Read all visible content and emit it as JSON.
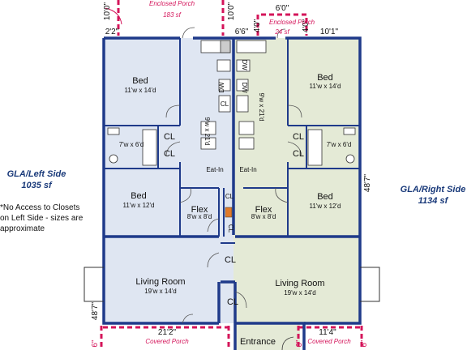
{
  "porches": {
    "left_top": {
      "name": "Enclosed Porch",
      "area": "183 sf"
    },
    "right_top": {
      "name": "Enclosed Porch",
      "area": "24 sf"
    },
    "left_bottom": {
      "name": "Covered Porch"
    },
    "right_bottom": {
      "name": "Covered Porch"
    }
  },
  "dims": {
    "d_10_0_a": "10'0\"",
    "d_10_0_b": "10'0\"",
    "d_2_2": "2'2\"",
    "d_6_6": "6'6\"",
    "d_6_0": "6'0\"",
    "d_4_0_a": "4'0\"",
    "d_4_0_b": "4'0\"",
    "d_10_1": "10'1\"",
    "d_48_7_right": "48'7\"",
    "d_48_7_left": "48'7\"",
    "d_21_2": "21'2\"",
    "d_11_4": "11'4\"",
    "d_6_a": "6\"",
    "d_6_b": "6\"",
    "d_6_c": "6\""
  },
  "left": {
    "label": "GLA/Left Side",
    "area": "1035 sf",
    "note": [
      "*No Access to Closets",
      "on Left Side - sizes are",
      "approximate"
    ]
  },
  "right": {
    "label": "GLA/Right Side",
    "area": "1134 sf"
  },
  "rooms": {
    "bed1": {
      "name": "Bed",
      "size": "11'w x 14'd"
    },
    "bed2": {
      "name": "Bed",
      "size": "11'w x 12'd"
    },
    "bed3": {
      "name": "Bed",
      "size": "11'w x 14'd"
    },
    "bed4": {
      "name": "Bed",
      "size": "11'w x 12'd"
    },
    "kitchen_left": {
      "name": "Eat-In",
      "size": "9'w x 21'd"
    },
    "kitchen_right": {
      "name": "Eat-In",
      "size": "9'w x 21'd"
    },
    "flex_left": {
      "name": "Flex",
      "size": "8'w x 8'd"
    },
    "flex_right": {
      "name": "Flex",
      "size": "8'w x 8'd"
    },
    "bath_left": {
      "size": "7'w x 6'd"
    },
    "bath_right": {
      "size": "7'w x 6'd"
    },
    "living_left": {
      "name": "Living Room",
      "size": "19'w x 14'd"
    },
    "living_right": {
      "name": "Living Room",
      "size": "19'w x 14'd"
    },
    "entrance": {
      "name": "Entrance"
    },
    "closets": {
      "cl1": "CL",
      "cl2": "CL",
      "cl3": "CL",
      "cl4": "CL",
      "cl5": "CL",
      "cl6": "CL",
      "cl7": "CL",
      "cl8": "CL",
      "cl9": "CL"
    },
    "appliances": {
      "dw1": "DW",
      "dw2": "DW",
      "dw3": "DW"
    }
  },
  "colors": {
    "wall": "#1f3a8a",
    "left_fill": "#dfe6f2",
    "right_fill": "#e4ead6",
    "porch": "#d4145a"
  }
}
